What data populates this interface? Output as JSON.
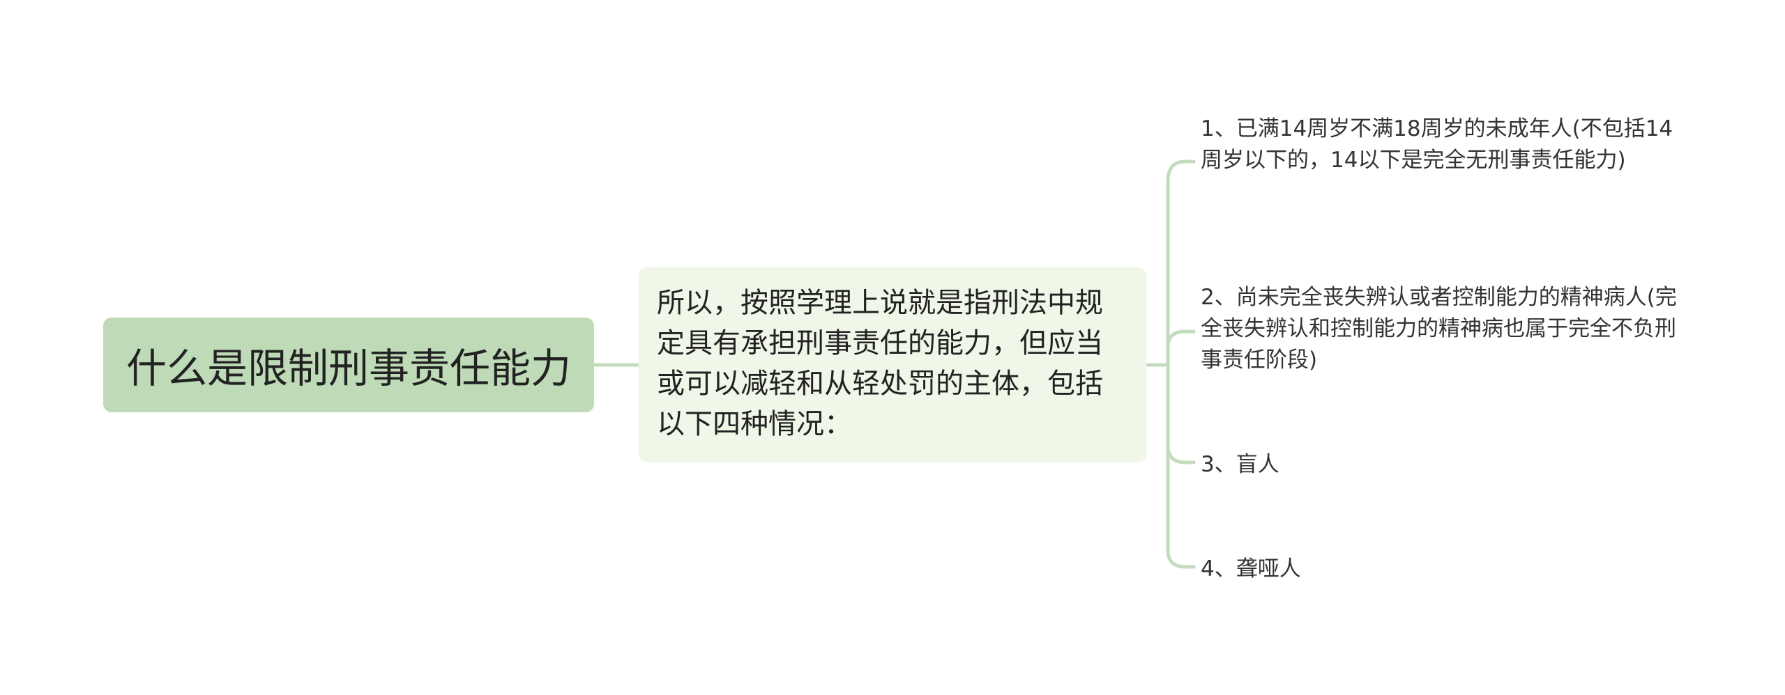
{
  "colors": {
    "root_bg": "#bfdab7",
    "middle_bg": "#f0f6e8",
    "connector": "#c3dcbd",
    "text": "#222222"
  },
  "root": {
    "text": "什么是限制刑事责任能力"
  },
  "middle": {
    "text": "所以，按照学理上说就是指刑法中规定具有承担刑事责任的能力，但应当或可以减轻和从轻处罚的主体，包括以下四种情况："
  },
  "leaves": [
    {
      "text": "1、已满14周岁不满18周岁的未成年人(不包括14周岁以下的，14以下是完全无刑事责任能力)"
    },
    {
      "text": "2、尚未完全丧失辨认或者控制能力的精神病人(完全丧失辨认和控制能力的精神病也属于完全不负刑事责任阶段)"
    },
    {
      "text": "3、盲人"
    },
    {
      "text": "4、聋哑人"
    }
  ]
}
